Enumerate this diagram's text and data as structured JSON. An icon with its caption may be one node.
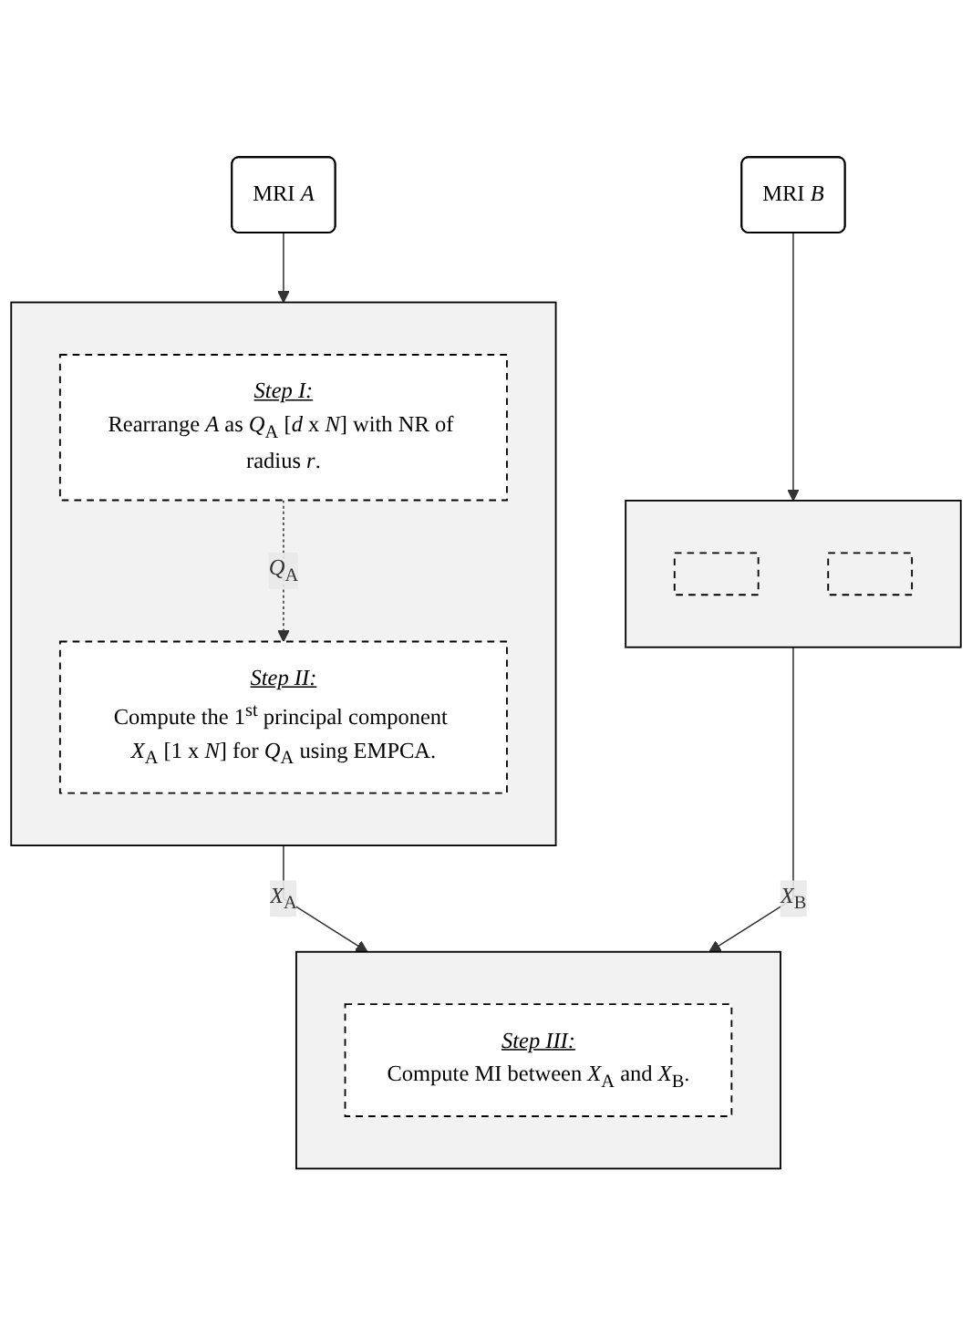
{
  "diagram": {
    "nodes": [
      {
        "text": [
          "MRI *A*"
        ]
      },
      {
        "text": [
          "MRI *B*"
        ]
      },
      {
        "text": [],
        "shape": "box"
      },
      {
        "text": [],
        "shape": "box",
        "in": 2
      },
      {
        "text": [],
        "shape": "box",
        "in": 2
      },
      {
        "text": [],
        "shape": "box"
      },
      {
        "text": [
          "Step I:",
          "Rearrange *A* as *Q*$_{A}$ [*d* x *N*] with NR of radius *r*."
        ],
        "in": 5
      },
      {
        "text": [
          "Step II:",
          "Compute the 1$^{st}$ principal component *X*$_{A}$ [1 x *N*] for *Q*$_{A}$ using EMPCA."
        ],
        "in": 5
      },
      {
        "text": [],
        "shape": "box"
      },
      {
        "text": [
          "Step III:",
          "Compute MI between *X*$_{A}$ and *X*$_{B}$."
        ],
        "in": 8
      }
    ],
    "edges": [
      {
        "from": 0,
        "to": 5,
        "arrow": "to"
      },
      {
        "from": 1,
        "to": 2,
        "arrow": "to"
      },
      {
        "from": 6,
        "to": 7,
        "arrow": "to",
        "label": "*Q*$_{A}$",
        "style": "dashed"
      },
      {
        "from": 5,
        "to": 8,
        "arrow": "to",
        "label": "*X*$_{A}$"
      },
      {
        "from": 2,
        "to": 8,
        "arrow": "to",
        "label": "*X*$_{B}$"
      }
    ]
  }
}
